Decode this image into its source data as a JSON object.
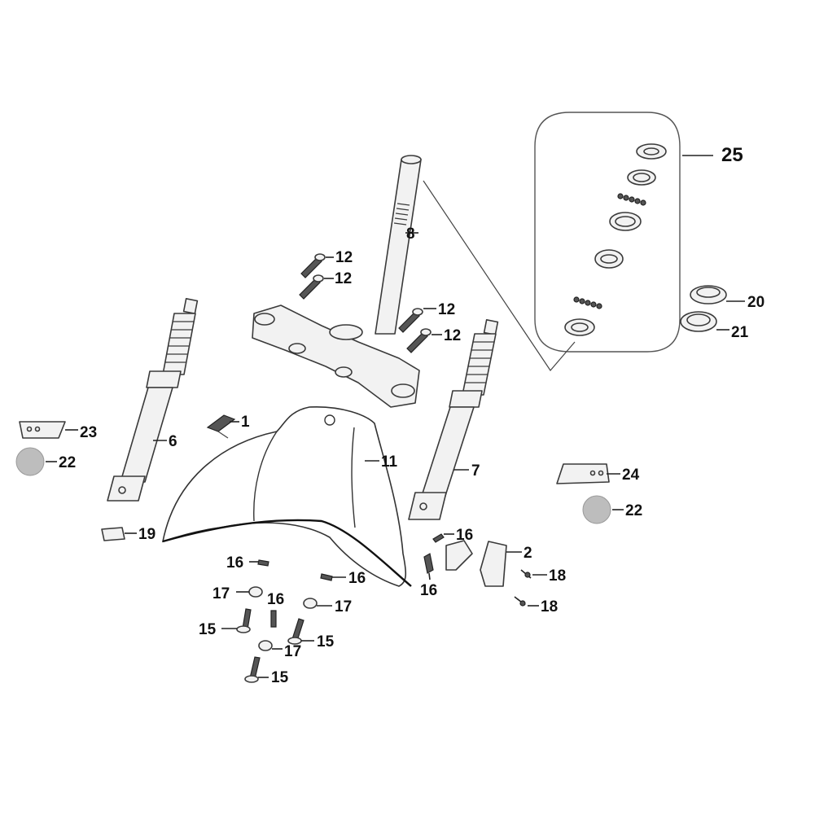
{
  "callouts": {
    "c1": "1",
    "c2": "2",
    "c6": "6",
    "c7": "7",
    "c8": "8",
    "c11": "11",
    "c12": "12",
    "c15": "15",
    "c16": "16",
    "c17": "17",
    "c18": "18",
    "c19": "19",
    "c20": "20",
    "c21": "21",
    "c22": "22",
    "c23": "23",
    "c24": "24",
    "c25": "25"
  }
}
